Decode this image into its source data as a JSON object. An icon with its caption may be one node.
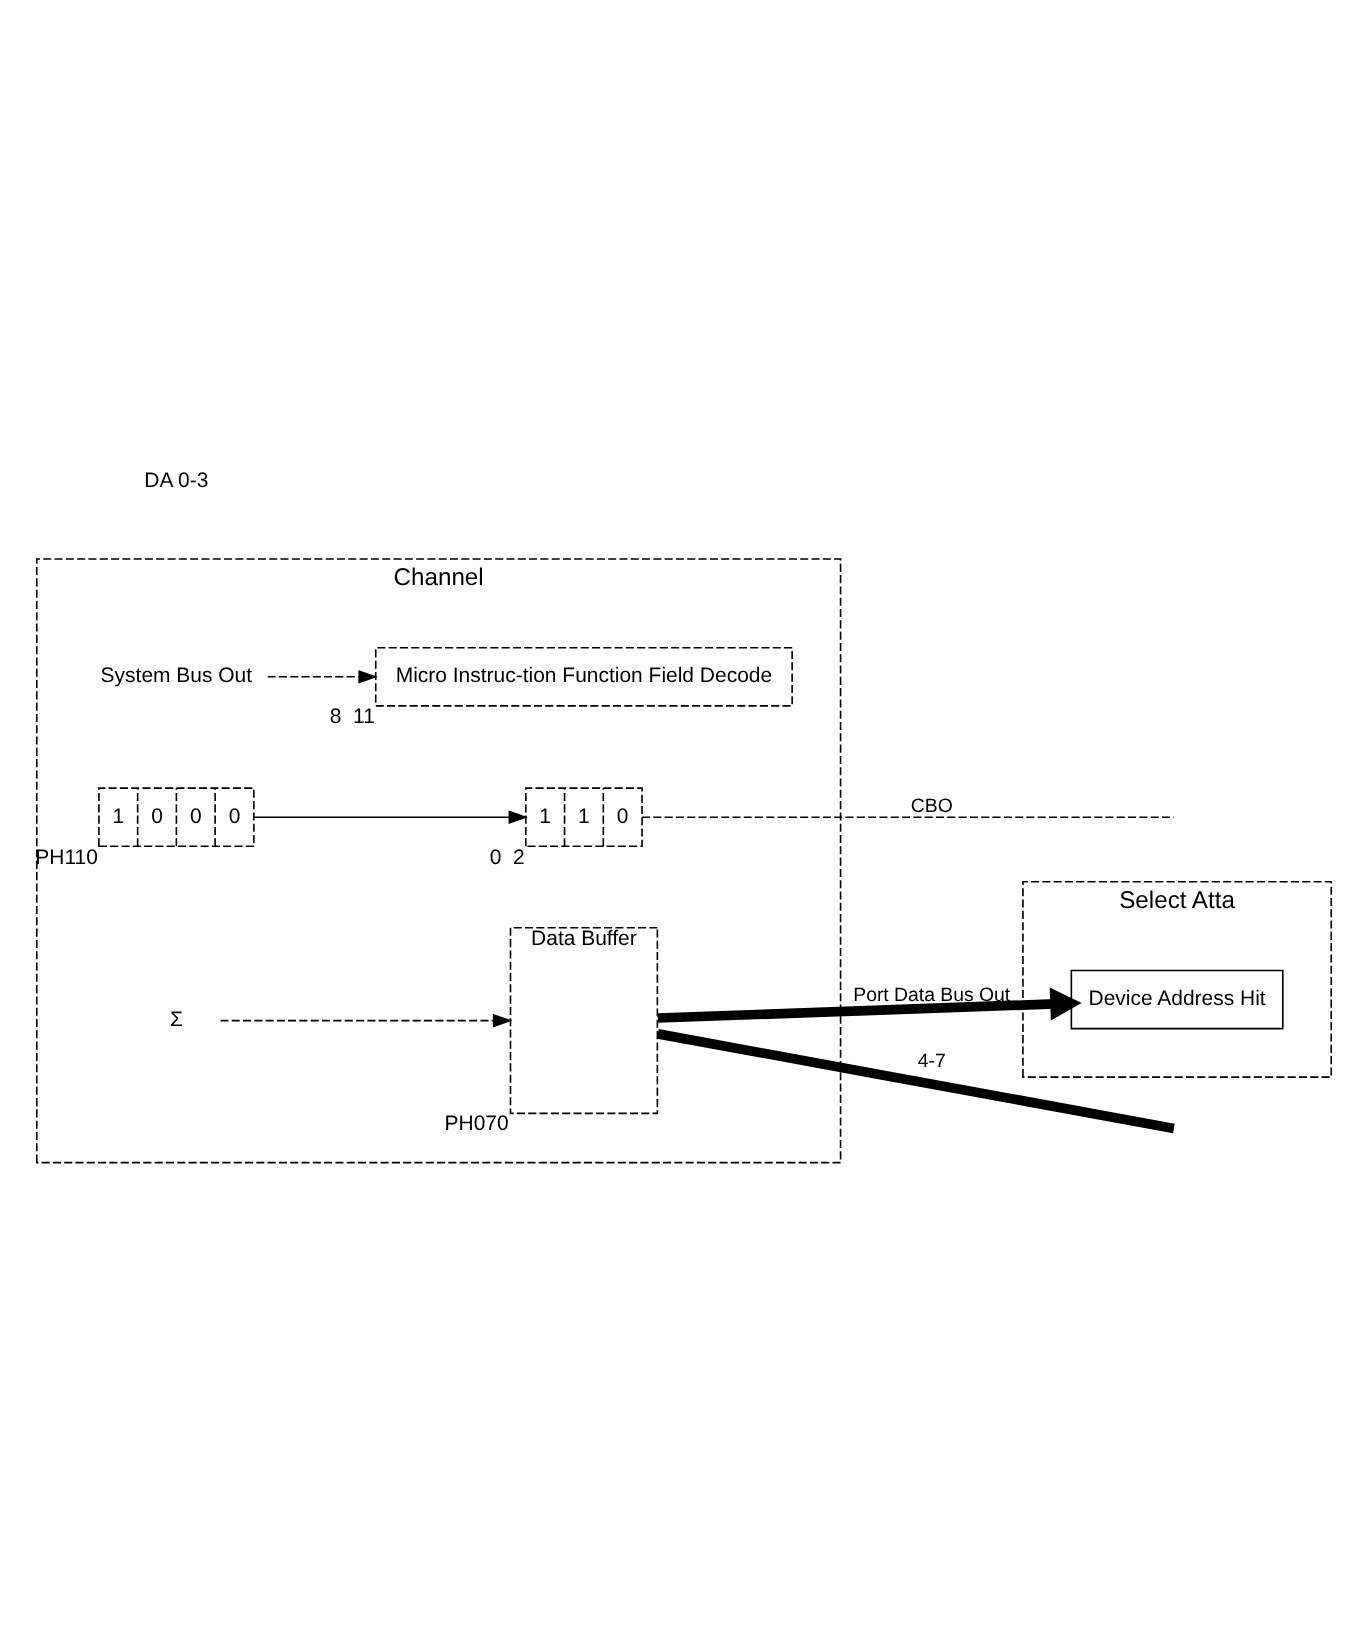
{
  "diagram": {
    "nodes": [
      {
        "text": [
          "Channel"
        ]
      },
      {
        "text": [
          "System Bus Out"
        ],
        "in": 0
      },
      {
        "text": [
          "Micro Instruc-tion Function Field Decode"
        ],
        "beside": [
          "8",
          "11"
        ],
        "in": 0
      },
      {
        "text": [
          "1",
          "0",
          "0",
          "0"
        ],
        "beside": [
          "PH110"
        ],
        "in": 0
      },
      {
        "text": [
          "1",
          "1",
          "0"
        ],
        "beside": [
          "0",
          "2"
        ],
        "in": 0
      },
      {
        "text": [
          "Σ"
        ],
        "in": 0
      },
      {
        "text": [
          "Data Buffer"
        ],
        "beside": [
          "PH070"
        ],
        "in": 0
      },
      {
        "text": [
          "Select Atta"
        ]
      },
      {
        "text": [
          "Device Address Hit"
        ],
        "in": 7
      }
    ],
    "edges": [
      {
        "from": 1,
        "to": 2,
        "arrow": "to",
        "style": "dashed"
      },
      {
        "from": 3,
        "to": 4,
        "arrow": "to"
      },
      {
        "from": 4,
        "to": null,
        "arrow": "none",
        "label": "CBO",
        "style": "dashed"
      },
      {
        "from": 5,
        "to": 6,
        "arrow": "to",
        "style": "dashed"
      },
      {
        "from": 6,
        "to": 8,
        "arrow": "to",
        "label": "Port Data Bus Out",
        "style": "thick"
      },
      {
        "from": 6,
        "to": null,
        "arrow": "none",
        "label": "4-7",
        "style": "thick"
      }
    ],
    "labels": [
      "DA 0-3"
    ]
  }
}
